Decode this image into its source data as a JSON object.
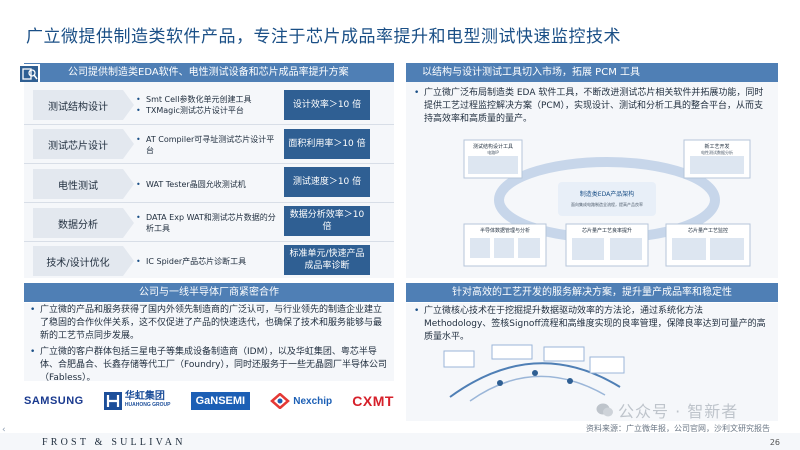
{
  "title": "广立微提供制造类软件产品，专注于芯片成品率提升和电型测试快速监控技术",
  "left_top": {
    "header": "公司提供制造类EDA软件、电性测试设备和芯片成品率提升方案",
    "rows": [
      {
        "label": "测试结构设计",
        "bullets": [
          "Smt Cell参数化单元创建工具",
          "TXMagic测试芯片设计平台"
        ],
        "metric": "设计效率＞10 倍"
      },
      {
        "label": "测试芯片设计",
        "bullets": [
          "AT Compiler可寻址测试芯片设计平台"
        ],
        "metric": "面积利用率＞10 倍"
      },
      {
        "label": "电性测试",
        "bullets": [
          "WAT Tester晶圆允收测试机"
        ],
        "metric": "测试速度＞10 倍"
      },
      {
        "label": "数据分析",
        "bullets": [
          "DATA Exp WAT和测试芯片数据的分析工具"
        ],
        "metric": "数据分析效率＞10 倍"
      },
      {
        "label": "技术/设计优化",
        "bullets": [
          "IC Spider产品芯片诊断工具"
        ],
        "metric": "标准单元/快速产品成品率诊断"
      }
    ]
  },
  "left_bottom": {
    "header": "公司与一线半导体厂商紧密合作",
    "paragraphs": [
      "广立微的产品和服务获得了国内外领先制造商的广泛认可，与行业领先的制造企业建立了稳固的合作伙伴关系，这不仅促进了产品的快速迭代，也确保了技术和服务能够与最新的工艺节点同步发展。",
      "广立微的客户群体包括三星电子等集成设备制造商（IDM），以及华虹集团、粤芯半导体、合肥晶合、长鑫存储等代工厂（Foundry），同时还服务于一些无晶圆厂半导体公司（Fabless）。"
    ],
    "logos": {
      "samsung": "SAMSUNG",
      "huahong_cn": "华虹集团",
      "huahong_en": "HUAHONG GROUP",
      "gansemi": "GaNSEMI",
      "nexchip": "Nexchip",
      "cxmt": "CXMT"
    }
  },
  "right_top": {
    "header": "以结构与设计测试工具切入市场，拓展 PCM 工具",
    "paragraph": "广立微广泛布局制造类 EDA 软件工具，不断改进测试芯片相关软件并拓展功能，同时提供工艺过程监控解决方案（PCM），实现设计、测试和分析工具的整合平台，从而支持高效率和高质量的量产。",
    "diagram": {
      "top_left": "测试结构设计工具",
      "top_left_sub": "电路IP",
      "top_right": "新工艺开发",
      "top_right_sub": "电性测试数据分析",
      "center": "制造类EDA产品架构",
      "center_sub": "面向集成电路制造全流程，提高产品良率",
      "bottom_left": "半导体数据管理与分析",
      "bottom_mid": "芯片量产工艺良率提升",
      "bottom_right": "芯片量产工艺监控"
    }
  },
  "right_bottom": {
    "header": "针对高效的工艺开发的服务解决方案，提升量产成品率和稳定性",
    "paragraph": "广立微核心技术在于挖掘提升数据驱动效率的方法论，通过系统化方法 Methodology、签核Signoff流程和高维度实现的良率管理，保障良率达到可量产的高质量水平。"
  },
  "footer": {
    "brand": "FROST & SULLIVAN",
    "page": "26",
    "source": "资料来源：广立微年报，公司官网，沙利文研究报告",
    "watermark": "公众号 · 智新者"
  },
  "colors": {
    "title": "#1a4f86",
    "header_bg": "#4f7fb5",
    "metric_bg": "#2f5f93",
    "label_bg": "#e3e8ef",
    "panel_bg": "#f5f7fa"
  }
}
